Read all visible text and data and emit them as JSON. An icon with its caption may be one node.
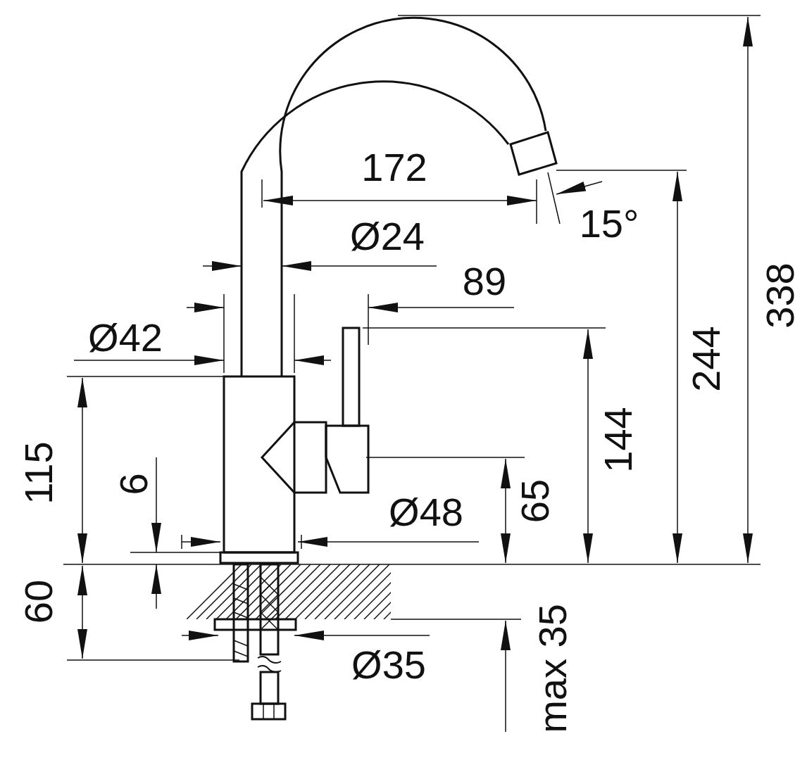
{
  "diagram": {
    "labels": [
      "172",
      "Ø24",
      "15°",
      "89",
      "338",
      "Ø42",
      "244",
      "144",
      "115",
      "6",
      "65",
      "Ø48",
      "60",
      "max 35",
      "Ø35"
    ]
  }
}
